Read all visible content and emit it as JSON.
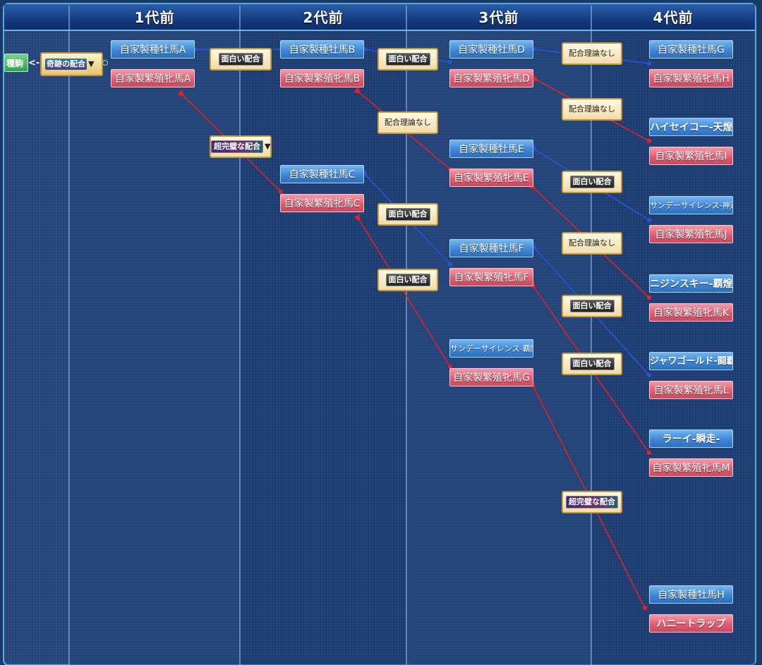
{
  "columns": [
    "1代前",
    "2代前",
    "3代前",
    "4代前"
  ],
  "lead_node": {
    "label": "種駒",
    "arrow": "<-"
  },
  "miracle": {
    "label": "奇跡の配合",
    "toggle": "▼"
  },
  "gen1": {
    "sire": "自家製種牡馬A",
    "dam": "自家製繁殖牝馬A"
  },
  "gen2": {
    "sire_b": "自家製種牡馬B",
    "dam_b": "自家製繁殖牝馬B",
    "sire_c": "自家製種牡馬C",
    "dam_c": "自家製繁殖牝馬C"
  },
  "gen3": {
    "sire_d": "自家製種牡馬D",
    "dam_d": "自家製繁殖牝馬D",
    "sire_e": "自家製種牡馬E",
    "dam_e": "自家製繁殖牝馬E",
    "sire_f": "自家製種牡馬F",
    "dam_f": "自家製繁殖牝馬F",
    "sire_g": "サンデーサイレンス-覇閃-",
    "dam_g": "自家製繁殖牝馬G"
  },
  "gen4": {
    "sire_g": "自家製種牡馬G",
    "dam_h": "自家製繁殖牝馬H",
    "sire_2": "ハイセイコー-天煌-",
    "dam_i": "自家製繁殖牝馬I",
    "sire_3": "サンデーサイレンス-神速-",
    "dam_j": "自家製繁殖牝馬J",
    "sire_4": "ニジンスキー-覇煌-",
    "dam_k": "自家製繁殖牝馬K",
    "sire_5": "ジャワゴールド-闘覇-",
    "dam_l": "自家製繁殖牝馬L",
    "sire_6": "ラーイ-瞬走-",
    "dam_m": "自家製繁殖牝馬M",
    "sire_h": "自家製種牡馬H",
    "dam_n": "ハニートラップ"
  },
  "combos": {
    "omoshiroi": "面白い配合",
    "nashi": "配合理論なし",
    "kanpeki": "超完璧な配合",
    "toggle": "▼"
  },
  "colors": {
    "sire_link": "#2a52d8",
    "dam_link": "#e0202a"
  }
}
